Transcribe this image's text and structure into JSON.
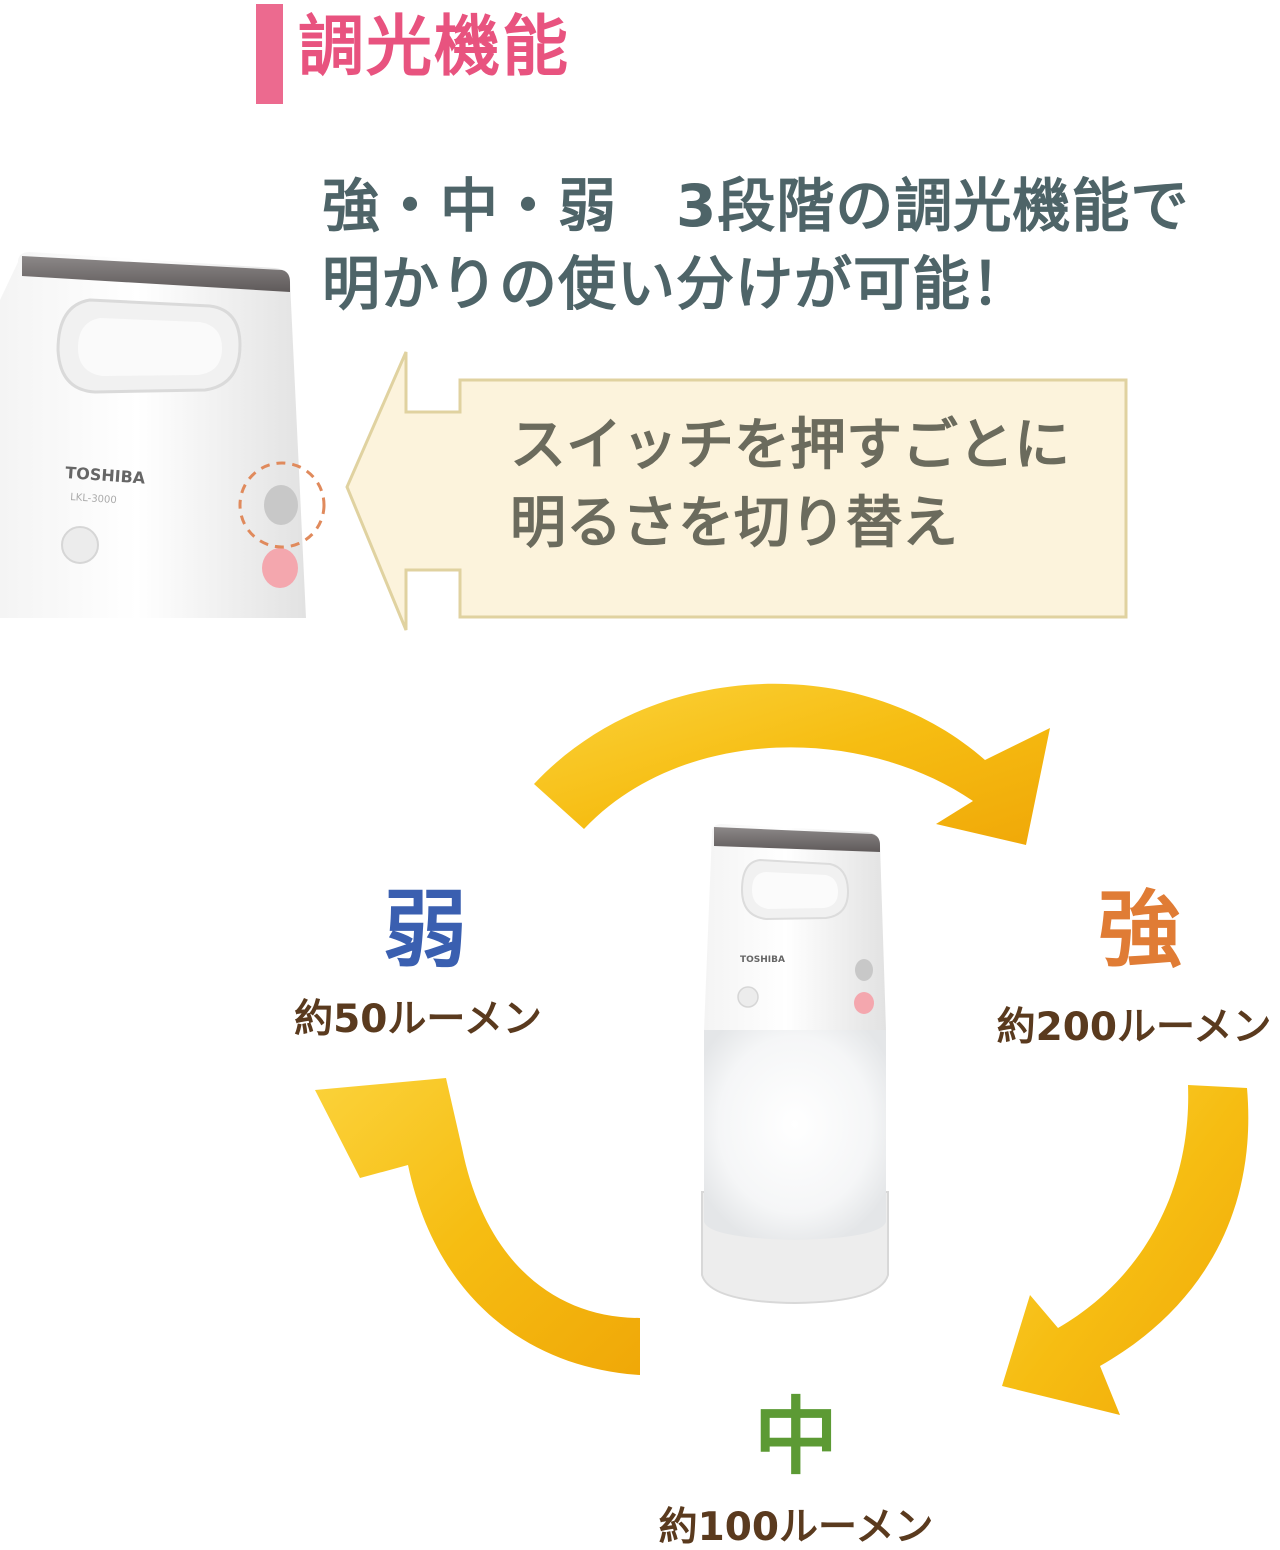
{
  "heading": {
    "title": "調光機能"
  },
  "lead": {
    "line1": "強・中・弱　3段階の調光機能で",
    "line2": "明かりの使い分けが可能！"
  },
  "callout": {
    "line1": "スイッチを押すごとに",
    "line2": "明るさを切り替え"
  },
  "product": {
    "brand": "TOSHIBA",
    "model": "LKL-3000"
  },
  "levels": {
    "weak": {
      "label": "弱",
      "lumen": "約50ルーメン",
      "color": "#3a5fb0"
    },
    "strong": {
      "label": "強",
      "lumen": "約200ルーメン",
      "color": "#e07c35"
    },
    "mid": {
      "label": "中",
      "lumen": "約100ルーメン",
      "color": "#5c9a34"
    }
  },
  "colors": {
    "accent_pink": "#ec6a8f",
    "arrow_yellow": "#f7c21a",
    "callout_bg": "#fcf3dc",
    "lead_text": "#4e6468"
  }
}
